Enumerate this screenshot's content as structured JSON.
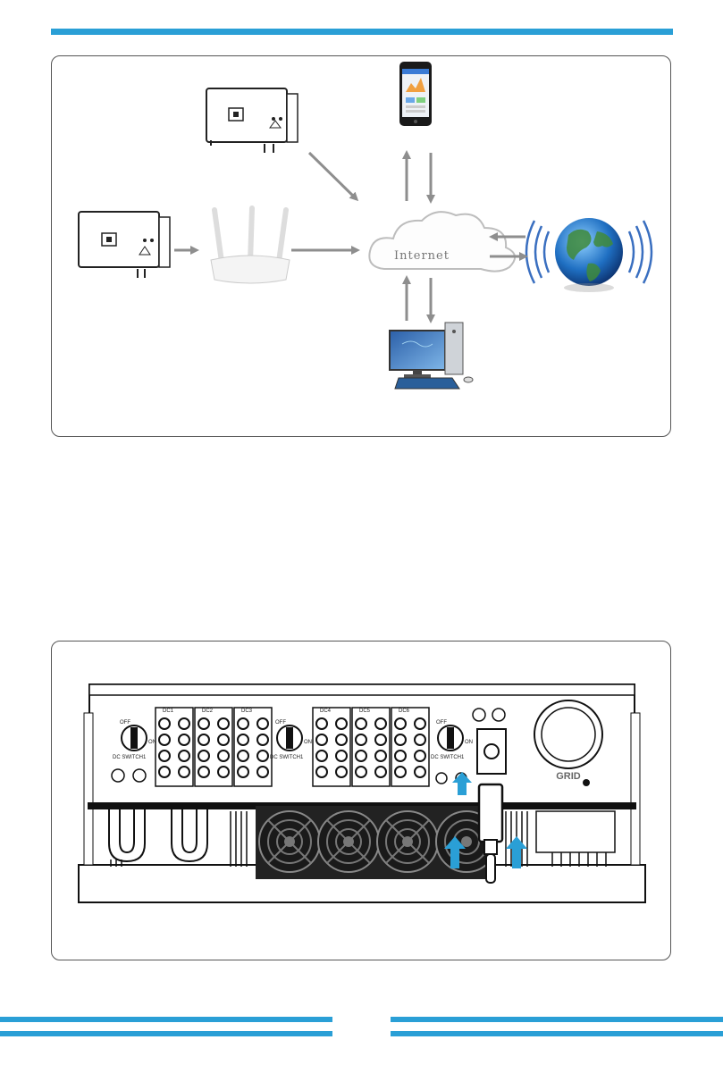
{
  "diagram": {
    "cloud_label": "Internet"
  },
  "inverter_panel": {
    "groups": [
      "DC1",
      "DC2",
      "DC3",
      "DC4",
      "DC5",
      "DC6"
    ],
    "switch_on": "ON",
    "switch_off": "OFF",
    "switch_label": "DC SWITCH1",
    "grid_label": "GRID"
  },
  "colors": {
    "accent": "#2a9fd6",
    "arrow": "#8e8e8e"
  }
}
